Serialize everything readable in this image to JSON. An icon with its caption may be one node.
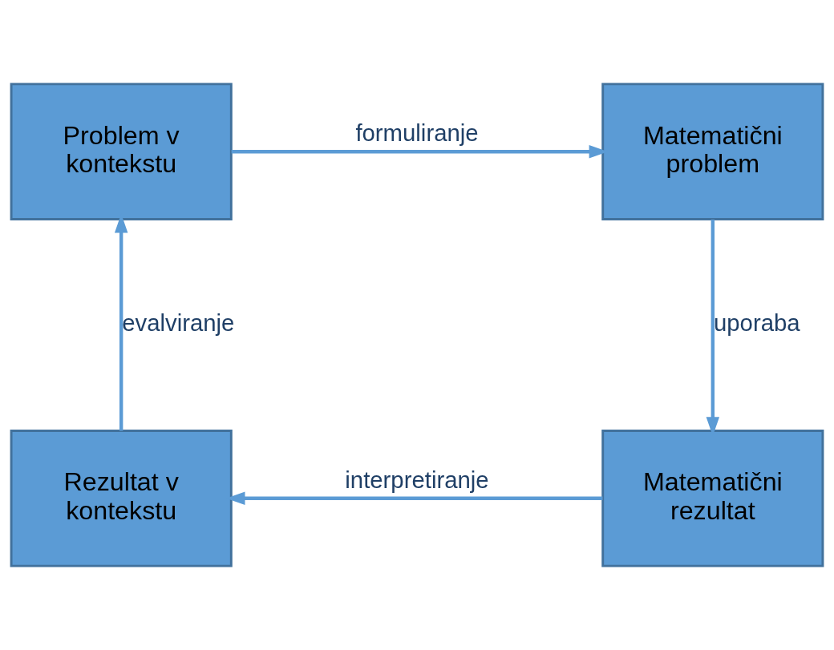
{
  "diagram": {
    "nodes": [
      {
        "text": [
          "Problem v kontekstu"
        ]
      },
      {
        "text": [
          "Matematični problem"
        ]
      },
      {
        "text": [
          "Rezultat v kontekstu"
        ]
      },
      {
        "text": [
          "Matematični rezultat"
        ]
      }
    ],
    "edges": [
      {
        "from": 0,
        "to": 1,
        "arrow": "to",
        "label": "formuliranje"
      },
      {
        "from": 1,
        "to": 3,
        "arrow": "to",
        "label": "uporaba"
      },
      {
        "from": 3,
        "to": 2,
        "arrow": "to",
        "label": "interpretiranje"
      },
      {
        "from": 2,
        "to": 0,
        "arrow": "to",
        "label": "evalviranje"
      }
    ]
  }
}
